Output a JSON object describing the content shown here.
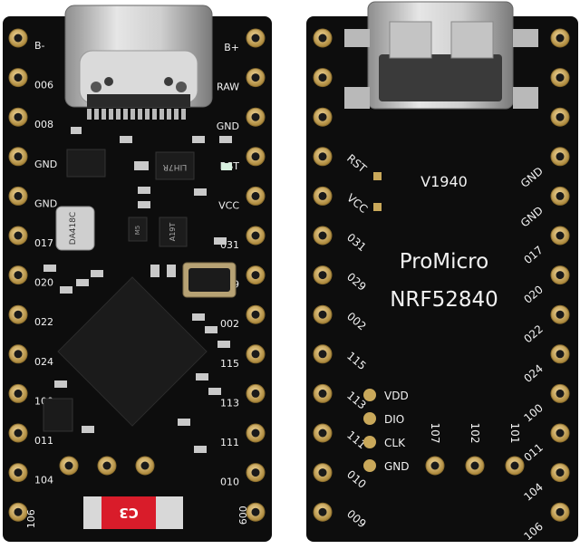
{
  "front_board": {
    "left_labels": [
      "B-",
      "006",
      "008",
      "GND",
      "GND",
      "017",
      "020",
      "022",
      "024",
      "100",
      "011",
      "104",
      "106"
    ],
    "right_labels": [
      "B+",
      "RAW",
      "GND",
      "RST",
      "VCC",
      "031",
      "029",
      "002",
      "115",
      "113",
      "111",
      "010",
      "009"
    ],
    "chips": {
      "crystal_label": "DA418C",
      "regulator_label": "LIH7R",
      "sot_label": "A19T",
      "small_label": "M5"
    },
    "bottom_label": "C3"
  },
  "back_board": {
    "title": "ProMicro",
    "subtitle": "NRF52840",
    "version": "V1940",
    "left_labels": [
      "RST",
      "VCC",
      "031",
      "029",
      "002",
      "115",
      "113",
      "111",
      "010",
      "009"
    ],
    "right_labels": [
      "GND",
      "GND",
      "017",
      "020",
      "022",
      "024",
      "100",
      "011",
      "104",
      "106"
    ],
    "debug_pads": [
      "VDD",
      "DIO",
      "CLK",
      "GND"
    ],
    "bottom_pins": [
      "107",
      "102",
      "101"
    ]
  },
  "colors": {
    "pcb": "#0d0d0d",
    "pad": "#c9a85a",
    "silkscreen": "#f2f2f2",
    "usb_metal": "#c8c8c8"
  }
}
